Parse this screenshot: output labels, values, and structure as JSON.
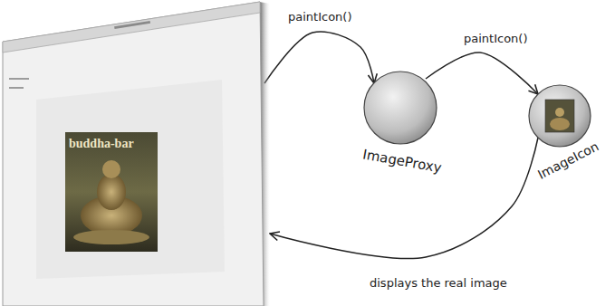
{
  "diagram": {
    "nodes": [
      {
        "text": [
          "buddha-bar"
        ]
      },
      {
        "text": [
          "ImageProxy"
        ]
      },
      {
        "text": [
          "ImageIcon"
        ]
      }
    ],
    "edges": [
      {
        "from": 0,
        "to": 1,
        "label": "paintIcon()",
        "arrow": "to"
      },
      {
        "from": 1,
        "to": 2,
        "label": "paintIcon()",
        "arrow": "to"
      },
      {
        "from": 2,
        "to": 0,
        "label": "displays the real image",
        "arrow": "to"
      }
    ]
  }
}
